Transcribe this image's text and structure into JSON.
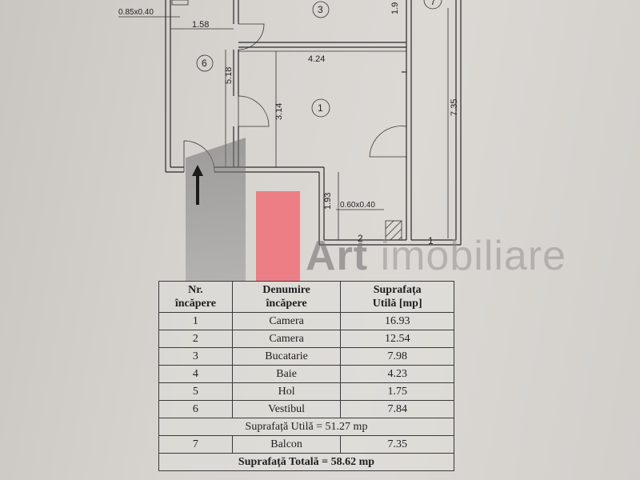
{
  "plan": {
    "dims": {
      "top_left": "0.85x0.40",
      "w_158": "1.58",
      "h_518": "5.18",
      "w_424": "4.24",
      "h_314": "3.14",
      "h_193": "1.93",
      "window": "0.60x0.40",
      "h_735": "7.35",
      "h_19": "1.9"
    },
    "labels": {
      "room1": "1",
      "room3": "3",
      "room6": "6",
      "room7": "7",
      "mark2": "2",
      "mark1": "1"
    }
  },
  "watermark": {
    "brand_bold": "Art",
    "brand_light": "imobiliare"
  },
  "table": {
    "headers": {
      "nr": [
        "Nr.",
        "încăpere"
      ],
      "name": [
        "Denumire",
        "încăpere"
      ],
      "area": [
        "Suprafața",
        "Utilă [mp]"
      ]
    },
    "rows": [
      {
        "nr": "1",
        "name": "Camera",
        "area": "16.93"
      },
      {
        "nr": "2",
        "name": "Camera",
        "area": "12.54"
      },
      {
        "nr": "3",
        "name": "Bucatarie",
        "area": "7.98"
      },
      {
        "nr": "4",
        "name": "Baie",
        "area": "4.23"
      },
      {
        "nr": "5",
        "name": "Hol",
        "area": "1.75"
      },
      {
        "nr": "6",
        "name": "Vestibul",
        "area": "7.84"
      }
    ],
    "usable_area": "Suprafață Utilă = 51.27 mp",
    "balcony": {
      "nr": "7",
      "name": "Balcon",
      "area": "7.35"
    },
    "total_area": "Suprafață Totală = 58.62 mp"
  }
}
